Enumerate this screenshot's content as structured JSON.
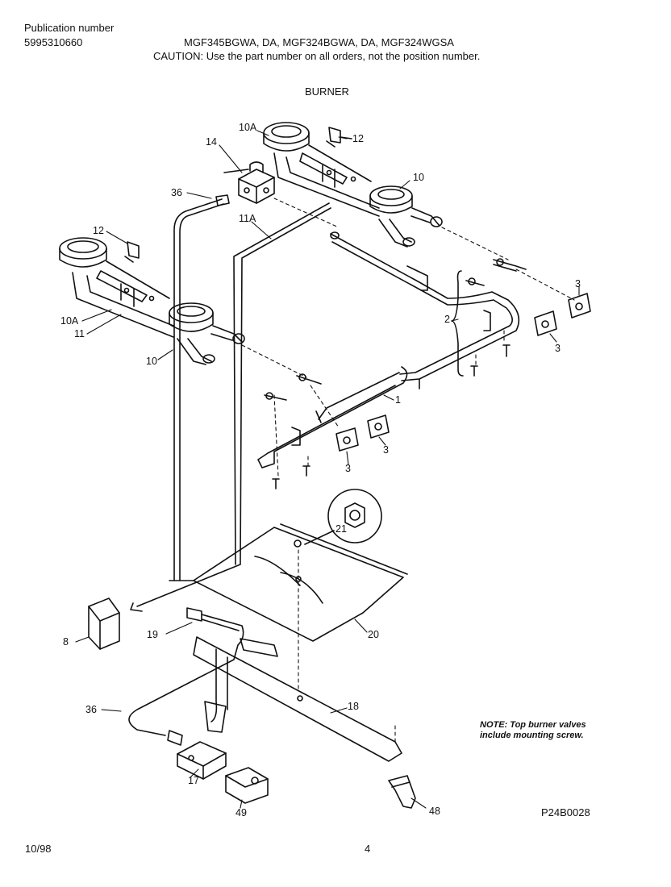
{
  "header": {
    "publication_label": "Publication number",
    "publication_number": "5995310660",
    "models": "MGF345BGWA, DA, MGF324BGWA, DA, MGF324WGSA",
    "caution": "CAUTION:  Use the part number on all orders, not the position number.",
    "section_title": "BURNER"
  },
  "callouts": [
    {
      "id": "c-10a-top",
      "text": "10A"
    },
    {
      "id": "c-12-top",
      "text": "12"
    },
    {
      "id": "c-14",
      "text": "14"
    },
    {
      "id": "c-10-top",
      "text": "10"
    },
    {
      "id": "c-36-top",
      "text": "36"
    },
    {
      "id": "c-11a",
      "text": "11A"
    },
    {
      "id": "c-12-left",
      "text": "12"
    },
    {
      "id": "c-10a-left",
      "text": "10A"
    },
    {
      "id": "c-11",
      "text": "11"
    },
    {
      "id": "c-10-left",
      "text": "10"
    },
    {
      "id": "c-3-a",
      "text": "3"
    },
    {
      "id": "c-2",
      "text": "2"
    },
    {
      "id": "c-3-b",
      "text": "3"
    },
    {
      "id": "c-1",
      "text": "1"
    },
    {
      "id": "c-3-c",
      "text": "3"
    },
    {
      "id": "c-3-d",
      "text": "3"
    },
    {
      "id": "c-21",
      "text": "21"
    },
    {
      "id": "c-8",
      "text": "8"
    },
    {
      "id": "c-19",
      "text": "19"
    },
    {
      "id": "c-20",
      "text": "20"
    },
    {
      "id": "c-18",
      "text": "18"
    },
    {
      "id": "c-36-bottom",
      "text": "36"
    },
    {
      "id": "c-17",
      "text": "17"
    },
    {
      "id": "c-49",
      "text": "49"
    },
    {
      "id": "c-48",
      "text": "48"
    }
  ],
  "note": {
    "line1": "NOTE: Top burner valves",
    "line2": "include mounting screw."
  },
  "footer": {
    "diagram_code": "P24B0028",
    "date": "10/98",
    "page_number": "4"
  }
}
